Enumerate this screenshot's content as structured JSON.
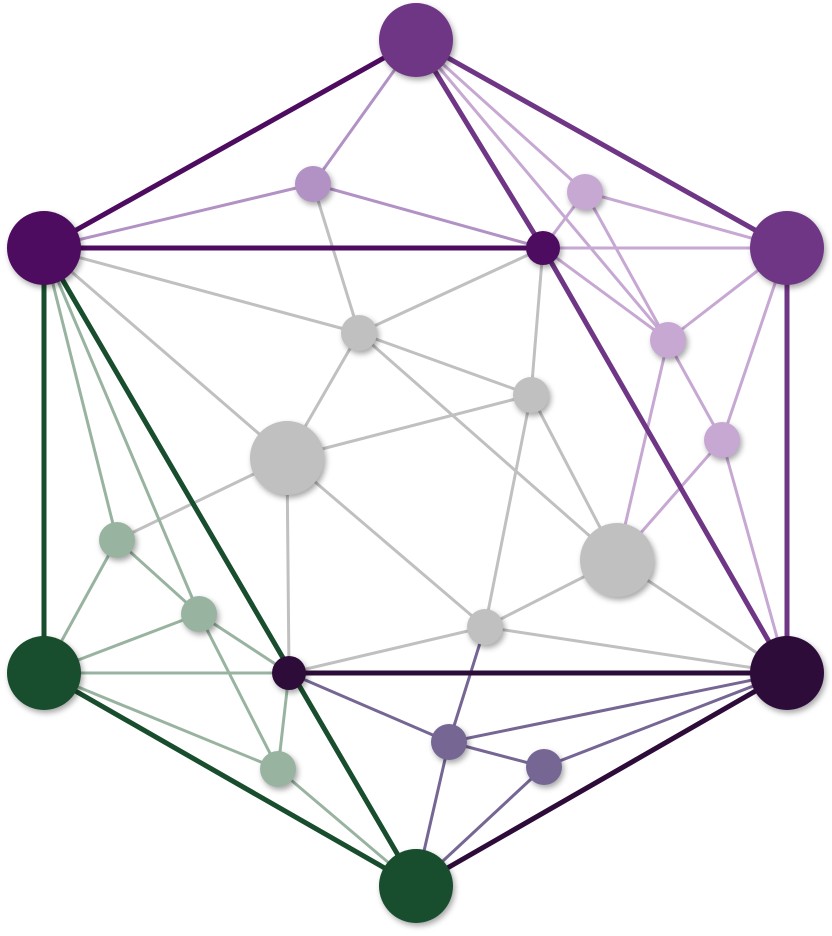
{
  "colors": {
    "background": "#ffffff",
    "purple_dark": "#4d0c5f",
    "purple_mid": "#6e3685",
    "purple_deep": "#2e0c3a",
    "purple_light": "#b291c4",
    "purple_pale": "#c7a8d3",
    "slate_purple": "#766693",
    "green_dark": "#184d2d",
    "green_light": "#99b3a1",
    "gray": "#c0c0c0"
  },
  "nodes": [
    {
      "id": "top",
      "color": "#6e3685",
      "size": "large"
    },
    {
      "id": "upper-left",
      "color": "#4d0c5f",
      "size": "large"
    },
    {
      "id": "upper-right",
      "color": "#6e3685",
      "size": "large"
    },
    {
      "id": "lower-left",
      "color": "#184d2d",
      "size": "large"
    },
    {
      "id": "lower-right",
      "color": "#2e0c3a",
      "size": "large"
    },
    {
      "id": "bottom",
      "color": "#184d2d",
      "size": "large"
    },
    {
      "id": "hub-upper",
      "color": "#4d0c5f",
      "size": "small"
    },
    {
      "id": "hub-lower",
      "color": "#2e0c3a",
      "size": "small"
    },
    {
      "id": "gray-big-left",
      "color": "#c0c0c0",
      "size": "large"
    },
    {
      "id": "gray-big-right",
      "color": "#c0c0c0",
      "size": "large"
    },
    {
      "id": "gray-top",
      "color": "#c0c0c0",
      "size": "small"
    },
    {
      "id": "gray-right",
      "color": "#c0c0c0",
      "size": "small"
    },
    {
      "id": "gray-bottom",
      "color": "#c0c0c0",
      "size": "small"
    },
    {
      "id": "lilac-top-left",
      "color": "#b291c4",
      "size": "small"
    },
    {
      "id": "lilac-top-right",
      "color": "#c7a8d3",
      "size": "small"
    },
    {
      "id": "lilac-mid",
      "color": "#c7a8d3",
      "size": "small"
    },
    {
      "id": "lilac-low",
      "color": "#c7a8d3",
      "size": "small"
    },
    {
      "id": "sage-upper",
      "color": "#99b3a1",
      "size": "small"
    },
    {
      "id": "sage-mid",
      "color": "#99b3a1",
      "size": "small"
    },
    {
      "id": "sage-low",
      "color": "#99b3a1",
      "size": "small"
    },
    {
      "id": "slate-left",
      "color": "#766693",
      "size": "small"
    },
    {
      "id": "slate-right",
      "color": "#766693",
      "size": "small"
    }
  ],
  "edges": [
    {
      "from": "top",
      "to": "upper-left",
      "color": "#4d0c5f",
      "weight": "bold"
    },
    {
      "from": "top",
      "to": "upper-right",
      "color": "#6e3685",
      "weight": "bold"
    },
    {
      "from": "top",
      "to": "hub-upper",
      "color": "#6e3685",
      "weight": "bold"
    },
    {
      "from": "upper-left",
      "to": "hub-upper",
      "color": "#4d0c5f",
      "weight": "bold"
    },
    {
      "from": "upper-left",
      "to": "lower-left",
      "color": "#184d2d",
      "weight": "bold"
    },
    {
      "from": "upper-left",
      "to": "bottom",
      "color": "#184d2d",
      "weight": "bold"
    },
    {
      "from": "upper-right",
      "to": "lower-right",
      "color": "#6e3685",
      "weight": "bold"
    },
    {
      "from": "hub-upper",
      "to": "lower-right",
      "color": "#6e3685",
      "weight": "bold"
    },
    {
      "from": "lower-left",
      "to": "bottom",
      "color": "#184d2d",
      "weight": "bold"
    },
    {
      "from": "hub-lower",
      "to": "lower-right",
      "color": "#2e0c3a",
      "weight": "bold"
    },
    {
      "from": "bottom",
      "to": "lower-right",
      "color": "#2e0c3a",
      "weight": "bold"
    },
    {
      "from": "top",
      "to": "lilac-top-left",
      "color": "#b291c4",
      "weight": "thin"
    },
    {
      "from": "upper-left",
      "to": "lilac-top-left",
      "color": "#b291c4",
      "weight": "thin"
    },
    {
      "from": "lilac-top-left",
      "to": "hub-upper",
      "color": "#b291c4",
      "weight": "thin"
    },
    {
      "from": "top",
      "to": "lilac-top-right",
      "color": "#c7a8d3",
      "weight": "thin"
    },
    {
      "from": "top",
      "to": "lilac-mid",
      "color": "#c7a8d3",
      "weight": "thin"
    },
    {
      "from": "lilac-top-right",
      "to": "upper-right",
      "color": "#c7a8d3",
      "weight": "thin"
    },
    {
      "from": "lilac-top-right",
      "to": "hub-upper",
      "color": "#c7a8d3",
      "weight": "thin"
    },
    {
      "from": "lilac-top-right",
      "to": "lilac-low",
      "color": "#c7a8d3",
      "weight": "thin"
    },
    {
      "from": "hub-upper",
      "to": "upper-right",
      "color": "#c7a8d3",
      "weight": "thin"
    },
    {
      "from": "hub-upper",
      "to": "lilac-mid",
      "color": "#c7a8d3",
      "weight": "thin"
    },
    {
      "from": "lilac-mid",
      "to": "upper-right",
      "color": "#c7a8d3",
      "weight": "thin"
    },
    {
      "from": "lilac-mid",
      "to": "gray-big-right",
      "color": "#c7a8d3",
      "weight": "thin"
    },
    {
      "from": "upper-right",
      "to": "lilac-low",
      "color": "#c7a8d3",
      "weight": "thin"
    },
    {
      "from": "lilac-low",
      "to": "gray-big-right",
      "color": "#c7a8d3",
      "weight": "thin"
    },
    {
      "from": "lilac-low",
      "to": "lower-right",
      "color": "#c7a8d3",
      "weight": "thin"
    },
    {
      "from": "upper-left",
      "to": "gray-top",
      "color": "#c0c0c0",
      "weight": "thin"
    },
    {
      "from": "upper-left",
      "to": "gray-big-left",
      "color": "#c0c0c0",
      "weight": "thin"
    },
    {
      "from": "lilac-top-left",
      "to": "gray-top",
      "color": "#c0c0c0",
      "weight": "thin"
    },
    {
      "from": "hub-upper",
      "to": "gray-top",
      "color": "#c0c0c0",
      "weight": "thin"
    },
    {
      "from": "hub-upper",
      "to": "gray-right",
      "color": "#c0c0c0",
      "weight": "thin"
    },
    {
      "from": "gray-top",
      "to": "gray-big-left",
      "color": "#c0c0c0",
      "weight": "thin"
    },
    {
      "from": "gray-top",
      "to": "gray-right",
      "color": "#c0c0c0",
      "weight": "thin"
    },
    {
      "from": "gray-top",
      "to": "gray-big-right",
      "color": "#c0c0c0",
      "weight": "thin"
    },
    {
      "from": "gray-big-left",
      "to": "gray-right",
      "color": "#c0c0c0",
      "weight": "thin"
    },
    {
      "from": "gray-big-left",
      "to": "sage-upper",
      "color": "#c0c0c0",
      "weight": "thin"
    },
    {
      "from": "gray-big-left",
      "to": "gray-bottom",
      "color": "#c0c0c0",
      "weight": "thin"
    },
    {
      "from": "gray-big-left",
      "to": "hub-lower",
      "color": "#c0c0c0",
      "weight": "thin"
    },
    {
      "from": "gray-right",
      "to": "gray-big-right",
      "color": "#c0c0c0",
      "weight": "thin"
    },
    {
      "from": "gray-right",
      "to": "gray-bottom",
      "color": "#c0c0c0",
      "weight": "thin"
    },
    {
      "from": "gray-big-right",
      "to": "gray-bottom",
      "color": "#c0c0c0",
      "weight": "thin"
    },
    {
      "from": "gray-big-right",
      "to": "lower-right",
      "color": "#c0c0c0",
      "weight": "thin"
    },
    {
      "from": "gray-bottom",
      "to": "hub-lower",
      "color": "#c0c0c0",
      "weight": "thin"
    },
    {
      "from": "gray-bottom",
      "to": "lower-right",
      "color": "#c0c0c0",
      "weight": "thin"
    },
    {
      "from": "upper-left",
      "to": "sage-upper",
      "color": "#99b3a1",
      "weight": "thin"
    },
    {
      "from": "upper-left",
      "to": "sage-mid",
      "color": "#99b3a1",
      "weight": "thin"
    },
    {
      "from": "upper-left",
      "to": "lower-left",
      "color": "#99b3a1",
      "weight": "thin"
    },
    {
      "from": "sage-upper",
      "to": "sage-mid",
      "color": "#99b3a1",
      "weight": "thin"
    },
    {
      "from": "sage-upper",
      "to": "lower-left",
      "color": "#99b3a1",
      "weight": "thin"
    },
    {
      "from": "sage-mid",
      "to": "lower-left",
      "color": "#99b3a1",
      "weight": "thin"
    },
    {
      "from": "sage-mid",
      "to": "hub-lower",
      "color": "#99b3a1",
      "weight": "thin"
    },
    {
      "from": "sage-mid",
      "to": "sage-low",
      "color": "#99b3a1",
      "weight": "thin"
    },
    {
      "from": "lower-left",
      "to": "hub-lower",
      "color": "#99b3a1",
      "weight": "thin"
    },
    {
      "from": "lower-left",
      "to": "sage-low",
      "color": "#99b3a1",
      "weight": "thin"
    },
    {
      "from": "hub-lower",
      "to": "sage-low",
      "color": "#99b3a1",
      "weight": "thin"
    },
    {
      "from": "sage-low",
      "to": "bottom",
      "color": "#99b3a1",
      "weight": "thin"
    },
    {
      "from": "lower-left",
      "to": "bottom",
      "color": "#99b3a1",
      "weight": "thin"
    },
    {
      "from": "hub-lower",
      "to": "slate-left",
      "color": "#766693",
      "weight": "thin"
    },
    {
      "from": "gray-bottom",
      "to": "slate-left",
      "color": "#766693",
      "weight": "thin"
    },
    {
      "from": "slate-left",
      "to": "slate-right",
      "color": "#766693",
      "weight": "thin"
    },
    {
      "from": "slate-left",
      "to": "lower-right",
      "color": "#766693",
      "weight": "thin"
    },
    {
      "from": "slate-left",
      "to": "bottom",
      "color": "#766693",
      "weight": "thin"
    },
    {
      "from": "slate-right",
      "to": "lower-right",
      "color": "#766693",
      "weight": "thin"
    },
    {
      "from": "slate-right",
      "to": "bottom",
      "color": "#766693",
      "weight": "thin"
    }
  ]
}
